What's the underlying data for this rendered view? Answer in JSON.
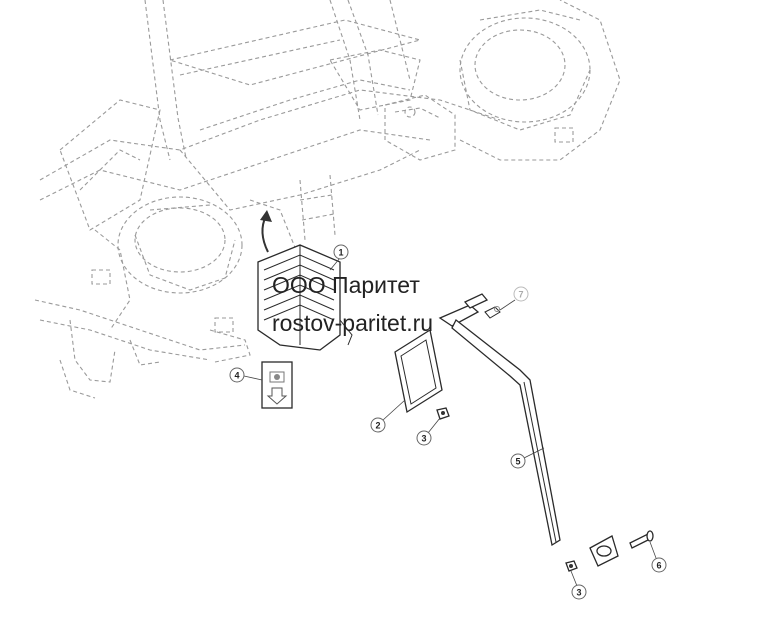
{
  "watermark": {
    "line1": "ООО Паритет",
    "line2": "rostov-paritet.ru"
  },
  "callouts": [
    {
      "id": "c1",
      "label": "1"
    },
    {
      "id": "c2",
      "label": "2"
    },
    {
      "id": "c3a",
      "label": "3"
    },
    {
      "id": "c3b",
      "label": "3"
    },
    {
      "id": "c4",
      "label": "4"
    },
    {
      "id": "c5",
      "label": "5"
    },
    {
      "id": "c6",
      "label": "6"
    },
    {
      "id": "c7",
      "label": "7"
    }
  ],
  "colors": {
    "ghost_outline": "#9a9a9a",
    "part_outline": "#2a2a2a",
    "arrow_gray": "#888888"
  }
}
